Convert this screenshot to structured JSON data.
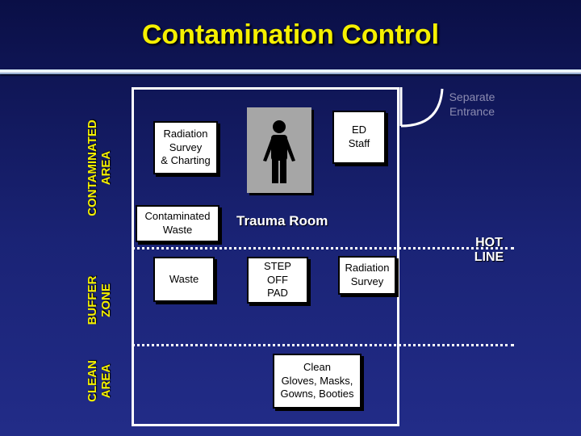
{
  "title": "Contamination Control",
  "zones": {
    "contaminated": [
      "CONTAMINATED",
      "AREA"
    ],
    "buffer": [
      "BUFFER",
      "ZONE"
    ],
    "clean": [
      "CLEAN",
      "AREA"
    ]
  },
  "boxes": {
    "radiation_survey_charting": [
      "Radiation",
      "Survey",
      "& Charting"
    ],
    "contaminated_waste": [
      "Contaminated",
      "Waste"
    ],
    "waste": "Waste",
    "ed_staff": [
      "ED",
      "Staff"
    ],
    "step_off_pad": [
      "STEP",
      "OFF",
      "PAD"
    ],
    "radiation_survey": [
      "Radiation",
      "Survey"
    ],
    "clean_supplies": [
      "Clean",
      "Gloves, Masks,",
      "Gowns, Booties"
    ]
  },
  "labels": {
    "trauma_room": "Trauma Room",
    "separate_entrance": [
      "Separate",
      "Entrance"
    ],
    "hot_line": [
      "HOT",
      "LINE"
    ]
  },
  "colors": {
    "title": "#f5f000",
    "zone_labels": "#f5f000",
    "figure_background": "#a6a6a6"
  },
  "icons": [
    "person-icon",
    "door-swing-icon"
  ]
}
